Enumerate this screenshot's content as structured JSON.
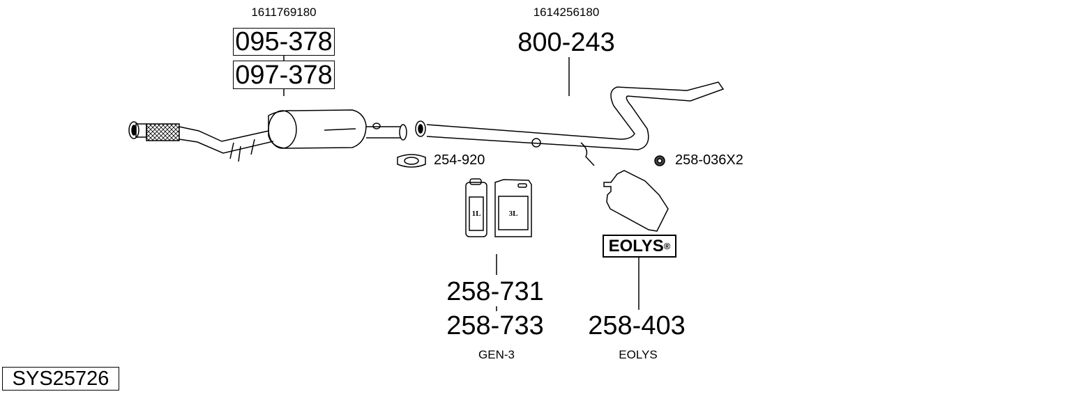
{
  "groups": [
    {
      "oem": "1611769180",
      "parts": [
        "095-378",
        "097-378"
      ]
    },
    {
      "oem": "1614256180",
      "parts": [
        "800-243"
      ]
    }
  ],
  "accessories": {
    "clamp": "254-920",
    "nut": "258-036X2"
  },
  "fluids": {
    "parts": [
      "258-731",
      "258-733"
    ],
    "caption": "GEN-3",
    "bottle_small": "1L",
    "bottle_large": "3L"
  },
  "additive": {
    "badge": "EOLYS",
    "badge_mark": "®",
    "part": "258-403",
    "caption": "EOLYS"
  },
  "system_id": "SYS25726"
}
